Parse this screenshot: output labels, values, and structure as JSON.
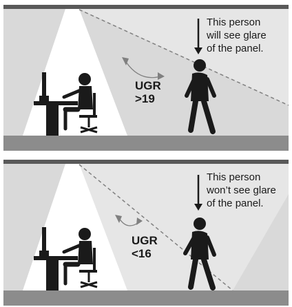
{
  "panels": [
    {
      "caption_lines": [
        "This person",
        "will see glare",
        "of the panel."
      ],
      "ugr_label": "UGR",
      "ugr_value": ">19"
    },
    {
      "caption_lines": [
        "This person",
        "won’t see glare",
        "of the panel."
      ],
      "ugr_label": "UGR",
      "ugr_value": "<16"
    }
  ],
  "colors": {
    "ceiling": "#595959",
    "room": "#d9d9d9",
    "glare_zone": "#e6e6e6",
    "light_cone": "#ffffff",
    "floor": "#8c8c8c",
    "figure": "#1a1a1a",
    "dashed_line": "#808080"
  },
  "icons": [
    "office-worker-icon",
    "walking-person-icon",
    "down-arrow-icon",
    "angle-arc-icon"
  ]
}
